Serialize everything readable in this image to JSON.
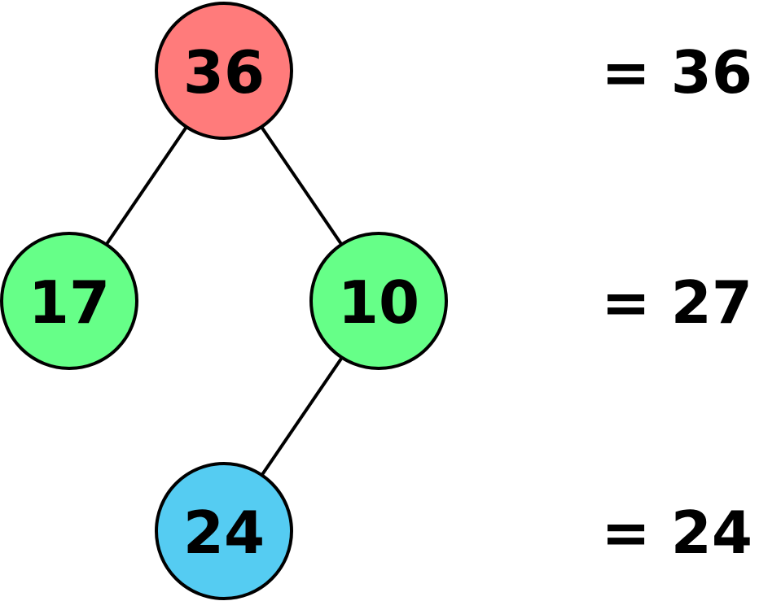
{
  "nodes": [
    {
      "id": "root",
      "label": "36",
      "level": 0,
      "color": "#ff7b7b"
    },
    {
      "id": "left",
      "label": "17",
      "level": 1,
      "color": "#66ff88"
    },
    {
      "id": "right",
      "label": "10",
      "level": 1,
      "color": "#66ff88"
    },
    {
      "id": "right-left",
      "label": "24",
      "level": 2,
      "color": "#55ccf2"
    }
  ],
  "edges": [
    {
      "from": "root",
      "to": "left"
    },
    {
      "from": "root",
      "to": "right"
    },
    {
      "from": "right",
      "to": "right-left"
    }
  ],
  "level_sums": [
    "= 36",
    "= 27",
    "= 24"
  ]
}
